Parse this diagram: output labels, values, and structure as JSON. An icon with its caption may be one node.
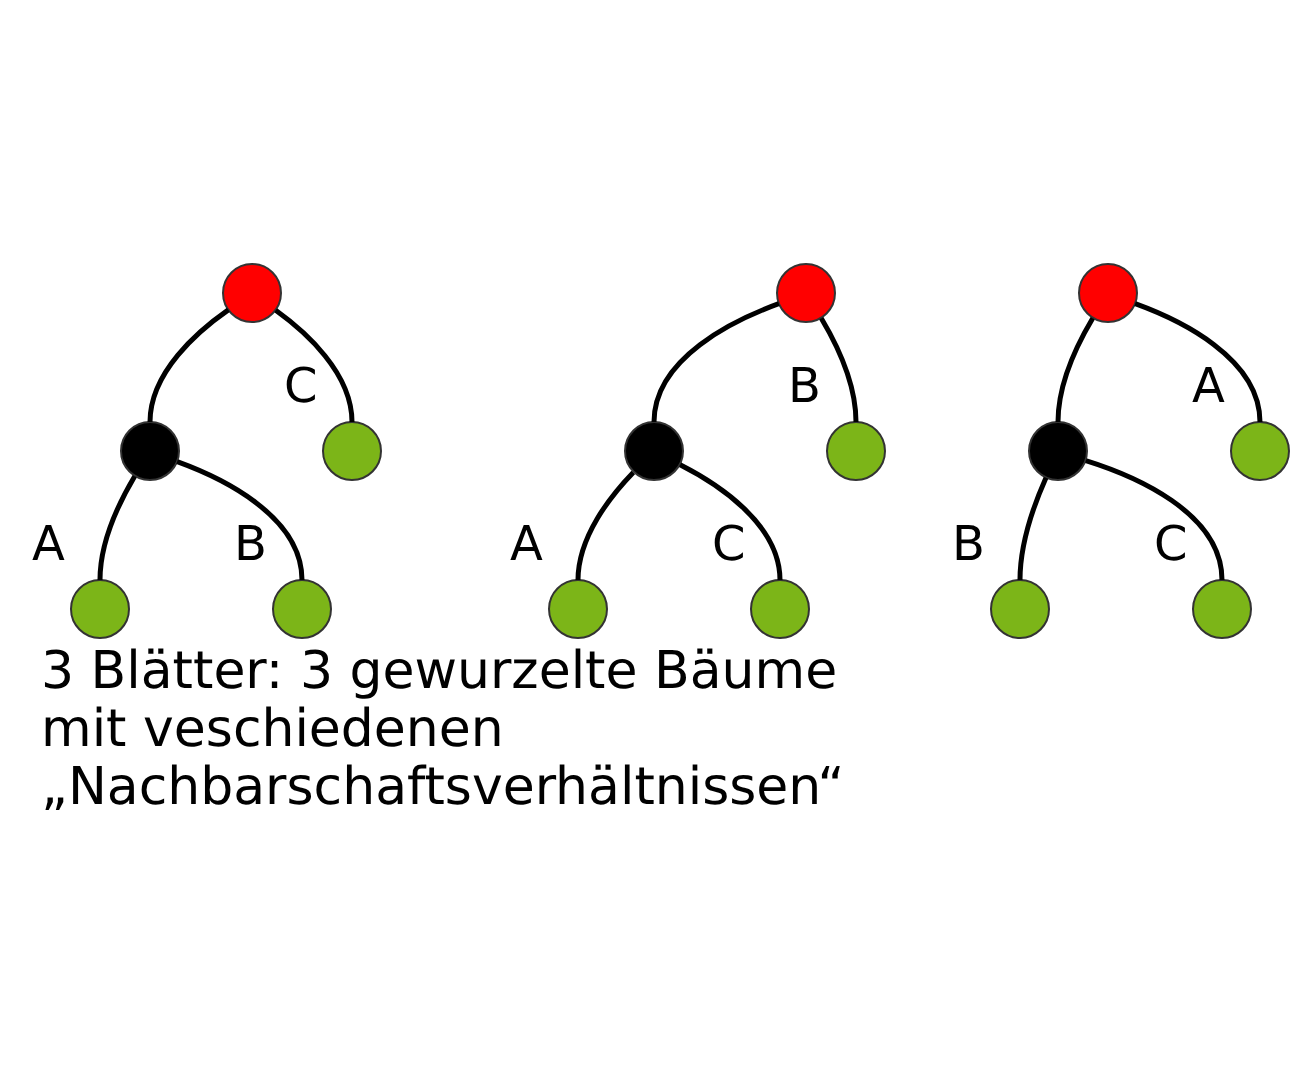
{
  "diagram": {
    "caption": "3 Blätter: 3 gewurzelte Bäume mit veschiedenen „Nachbarschaftsverhältnissen“",
    "nodes": [
      {
        "text": [],
        "shape": "circle"
      },
      {
        "text": [],
        "shape": "circle"
      },
      {
        "text": [],
        "shape": "circle",
        "beside": [
          "C"
        ]
      },
      {
        "text": [],
        "shape": "circle",
        "beside": [
          "A"
        ]
      },
      {
        "text": [],
        "shape": "circle",
        "beside": [
          "B"
        ]
      },
      {
        "text": [],
        "shape": "circle"
      },
      {
        "text": [],
        "shape": "circle"
      },
      {
        "text": [],
        "shape": "circle",
        "beside": [
          "B"
        ]
      },
      {
        "text": [],
        "shape": "circle",
        "beside": [
          "A"
        ]
      },
      {
        "text": [],
        "shape": "circle",
        "beside": [
          "C"
        ]
      },
      {
        "text": [],
        "shape": "circle"
      },
      {
        "text": [],
        "shape": "circle"
      },
      {
        "text": [],
        "shape": "circle",
        "beside": [
          "A"
        ]
      },
      {
        "text": [],
        "shape": "circle",
        "beside": [
          "B"
        ]
      },
      {
        "text": [],
        "shape": "circle",
        "beside": [
          "C"
        ]
      }
    ],
    "edges": [
      {
        "from": 0,
        "to": 1,
        "arrow": "none"
      },
      {
        "from": 0,
        "to": 2,
        "arrow": "none"
      },
      {
        "from": 1,
        "to": 3,
        "arrow": "none"
      },
      {
        "from": 1,
        "to": 4,
        "arrow": "none"
      },
      {
        "from": 5,
        "to": 6,
        "arrow": "none"
      },
      {
        "from": 5,
        "to": 7,
        "arrow": "none"
      },
      {
        "from": 6,
        "to": 8,
        "arrow": "none"
      },
      {
        "from": 6,
        "to": 9,
        "arrow": "none"
      },
      {
        "from": 10,
        "to": 11,
        "arrow": "none"
      },
      {
        "from": 10,
        "to": 12,
        "arrow": "none"
      },
      {
        "from": 11,
        "to": 13,
        "arrow": "none"
      },
      {
        "from": 11,
        "to": 14,
        "arrow": "none"
      }
    ]
  }
}
